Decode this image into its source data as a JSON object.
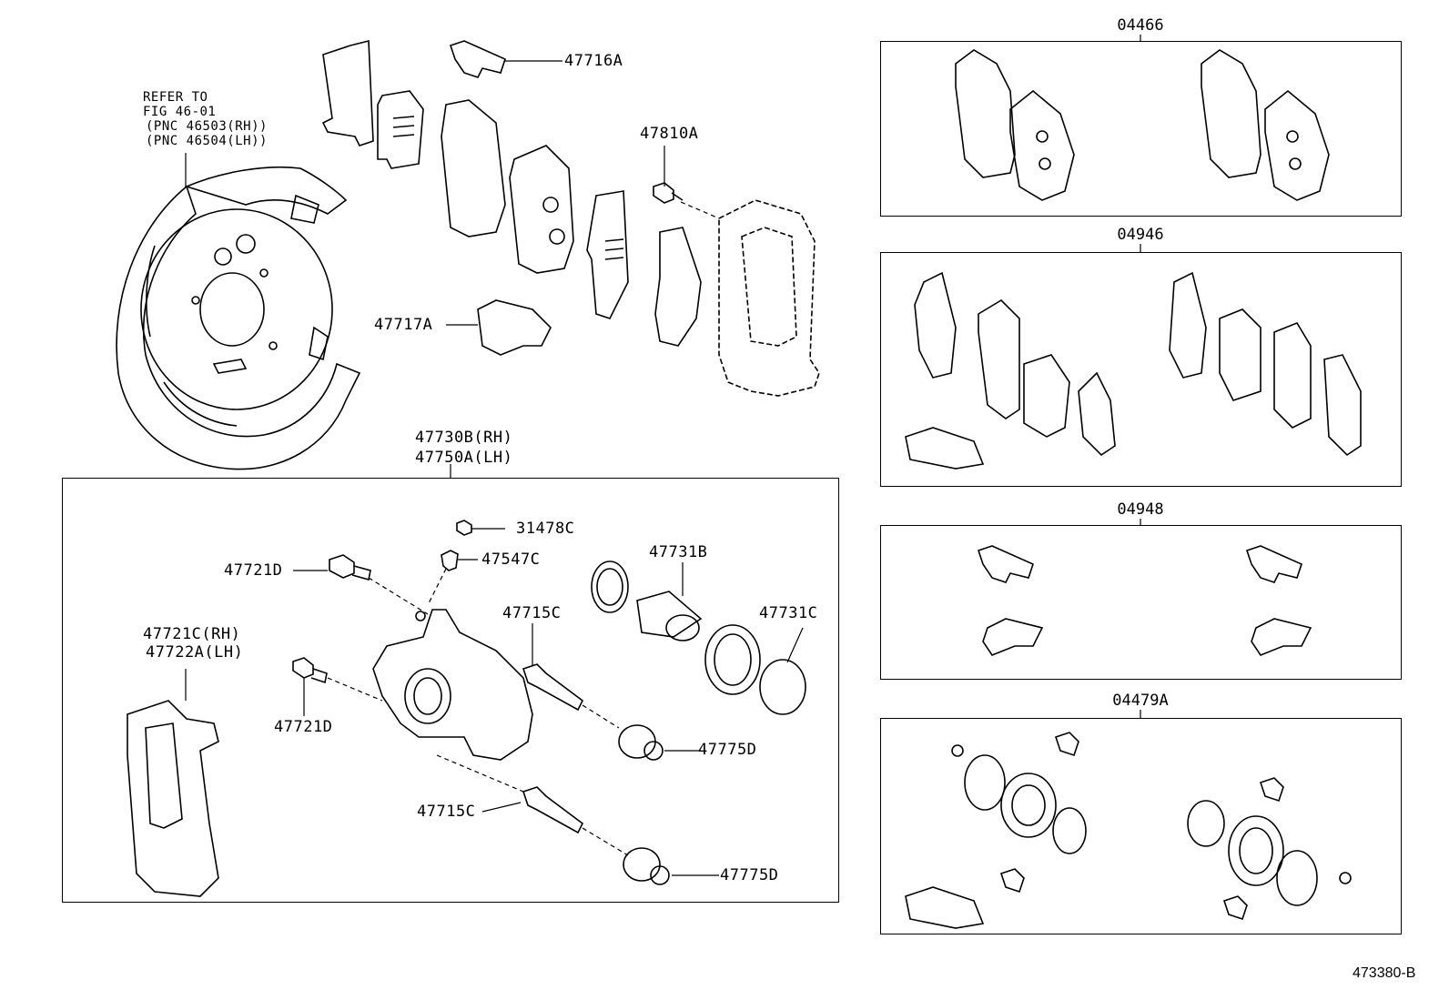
{
  "diagram": {
    "refer_note": {
      "line1": "REFER TO",
      "line2": "FIG 46-01",
      "line3": "(PNC 46503(RH))",
      "line4": "(PNC 46504(LH))"
    },
    "callouts": {
      "c47716A": "47716A",
      "c47810A": "47810A",
      "c47717A": "47717A",
      "c47730B": "47730B(RH)",
      "c47750A": "47750A(LH)",
      "c31478C": "31478C",
      "c47547C": "47547C",
      "c47721D_top": "47721D",
      "c47731B": "47731B",
      "c47715C_top": "47715C",
      "c47731C": "47731C",
      "c47721C": "47721C(RH)",
      "c47722A": "47722A(LH)",
      "c47721D_bot": "47721D",
      "c47775D_top": "47775D",
      "c47715C_bot": "47715C",
      "c47775D_bot": "47775D"
    },
    "kits": [
      {
        "code": "04466"
      },
      {
        "code": "04946"
      },
      {
        "code": "04948"
      },
      {
        "code": "04479A"
      }
    ],
    "figure_id": "473380-B"
  }
}
